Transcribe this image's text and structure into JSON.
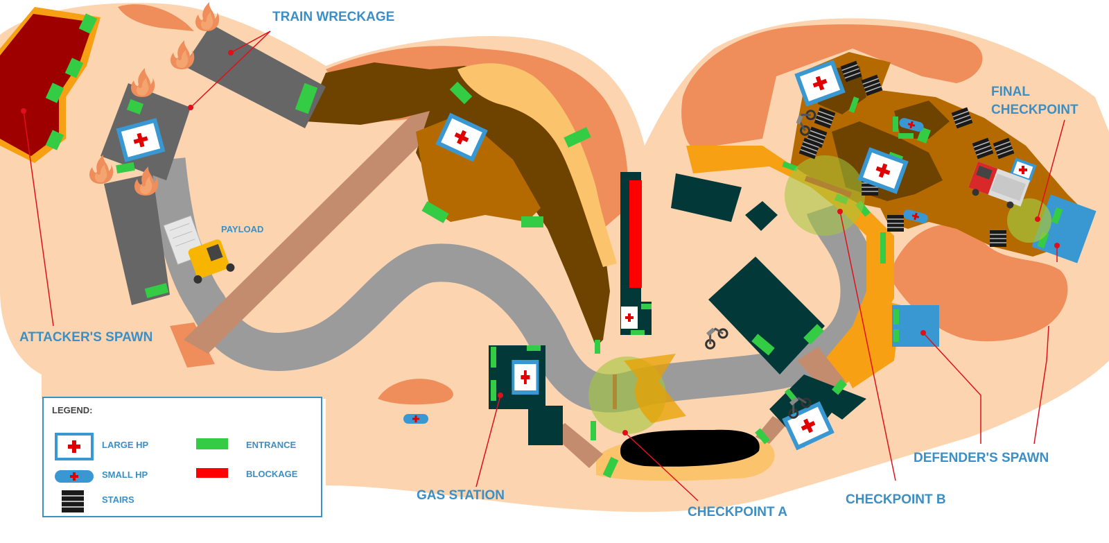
{
  "labels": {
    "train_wreckage": "TRAIN WRECKAGE",
    "payload": "PAYLOAD",
    "attackers_spawn": "ATTACKER'S SPAWN",
    "final_checkpoint_line1": "FINAL",
    "final_checkpoint_line2": "CHECKPOINT",
    "defenders_spawn": "DEFENDER'S SPAWN",
    "gas_station": "GAS STATION",
    "checkpoint_a": "CHECKPOINT A",
    "checkpoint_b": "CHECKPOINT B"
  },
  "legend": {
    "title": "LEGEND:",
    "large_hp": "LARGE HP",
    "small_hp": "SMALL HP",
    "stairs": "STAIRS",
    "entrance": "ENTRANCE",
    "blockage": "BLOCKAGE"
  },
  "colors": {
    "ground": "#fcd5b0",
    "cliff": "#ef8d5b",
    "platform_dark": "#6e4300",
    "platform_mid": "#b56a00",
    "platform_light": "#fcc36d",
    "road": "#9b9b9b",
    "building": "#023838",
    "train": "#666666",
    "attacker_spawn": "#9e0000",
    "attacker_spawn_border": "#f7a013",
    "defender_spawn": "#3997d1",
    "entrance": "#33cc44",
    "blockage": "#ff0000",
    "label_text": "#3b8fc4",
    "pointer_line": "#e0101a",
    "checkpoint_zone": "#a4c63c"
  }
}
